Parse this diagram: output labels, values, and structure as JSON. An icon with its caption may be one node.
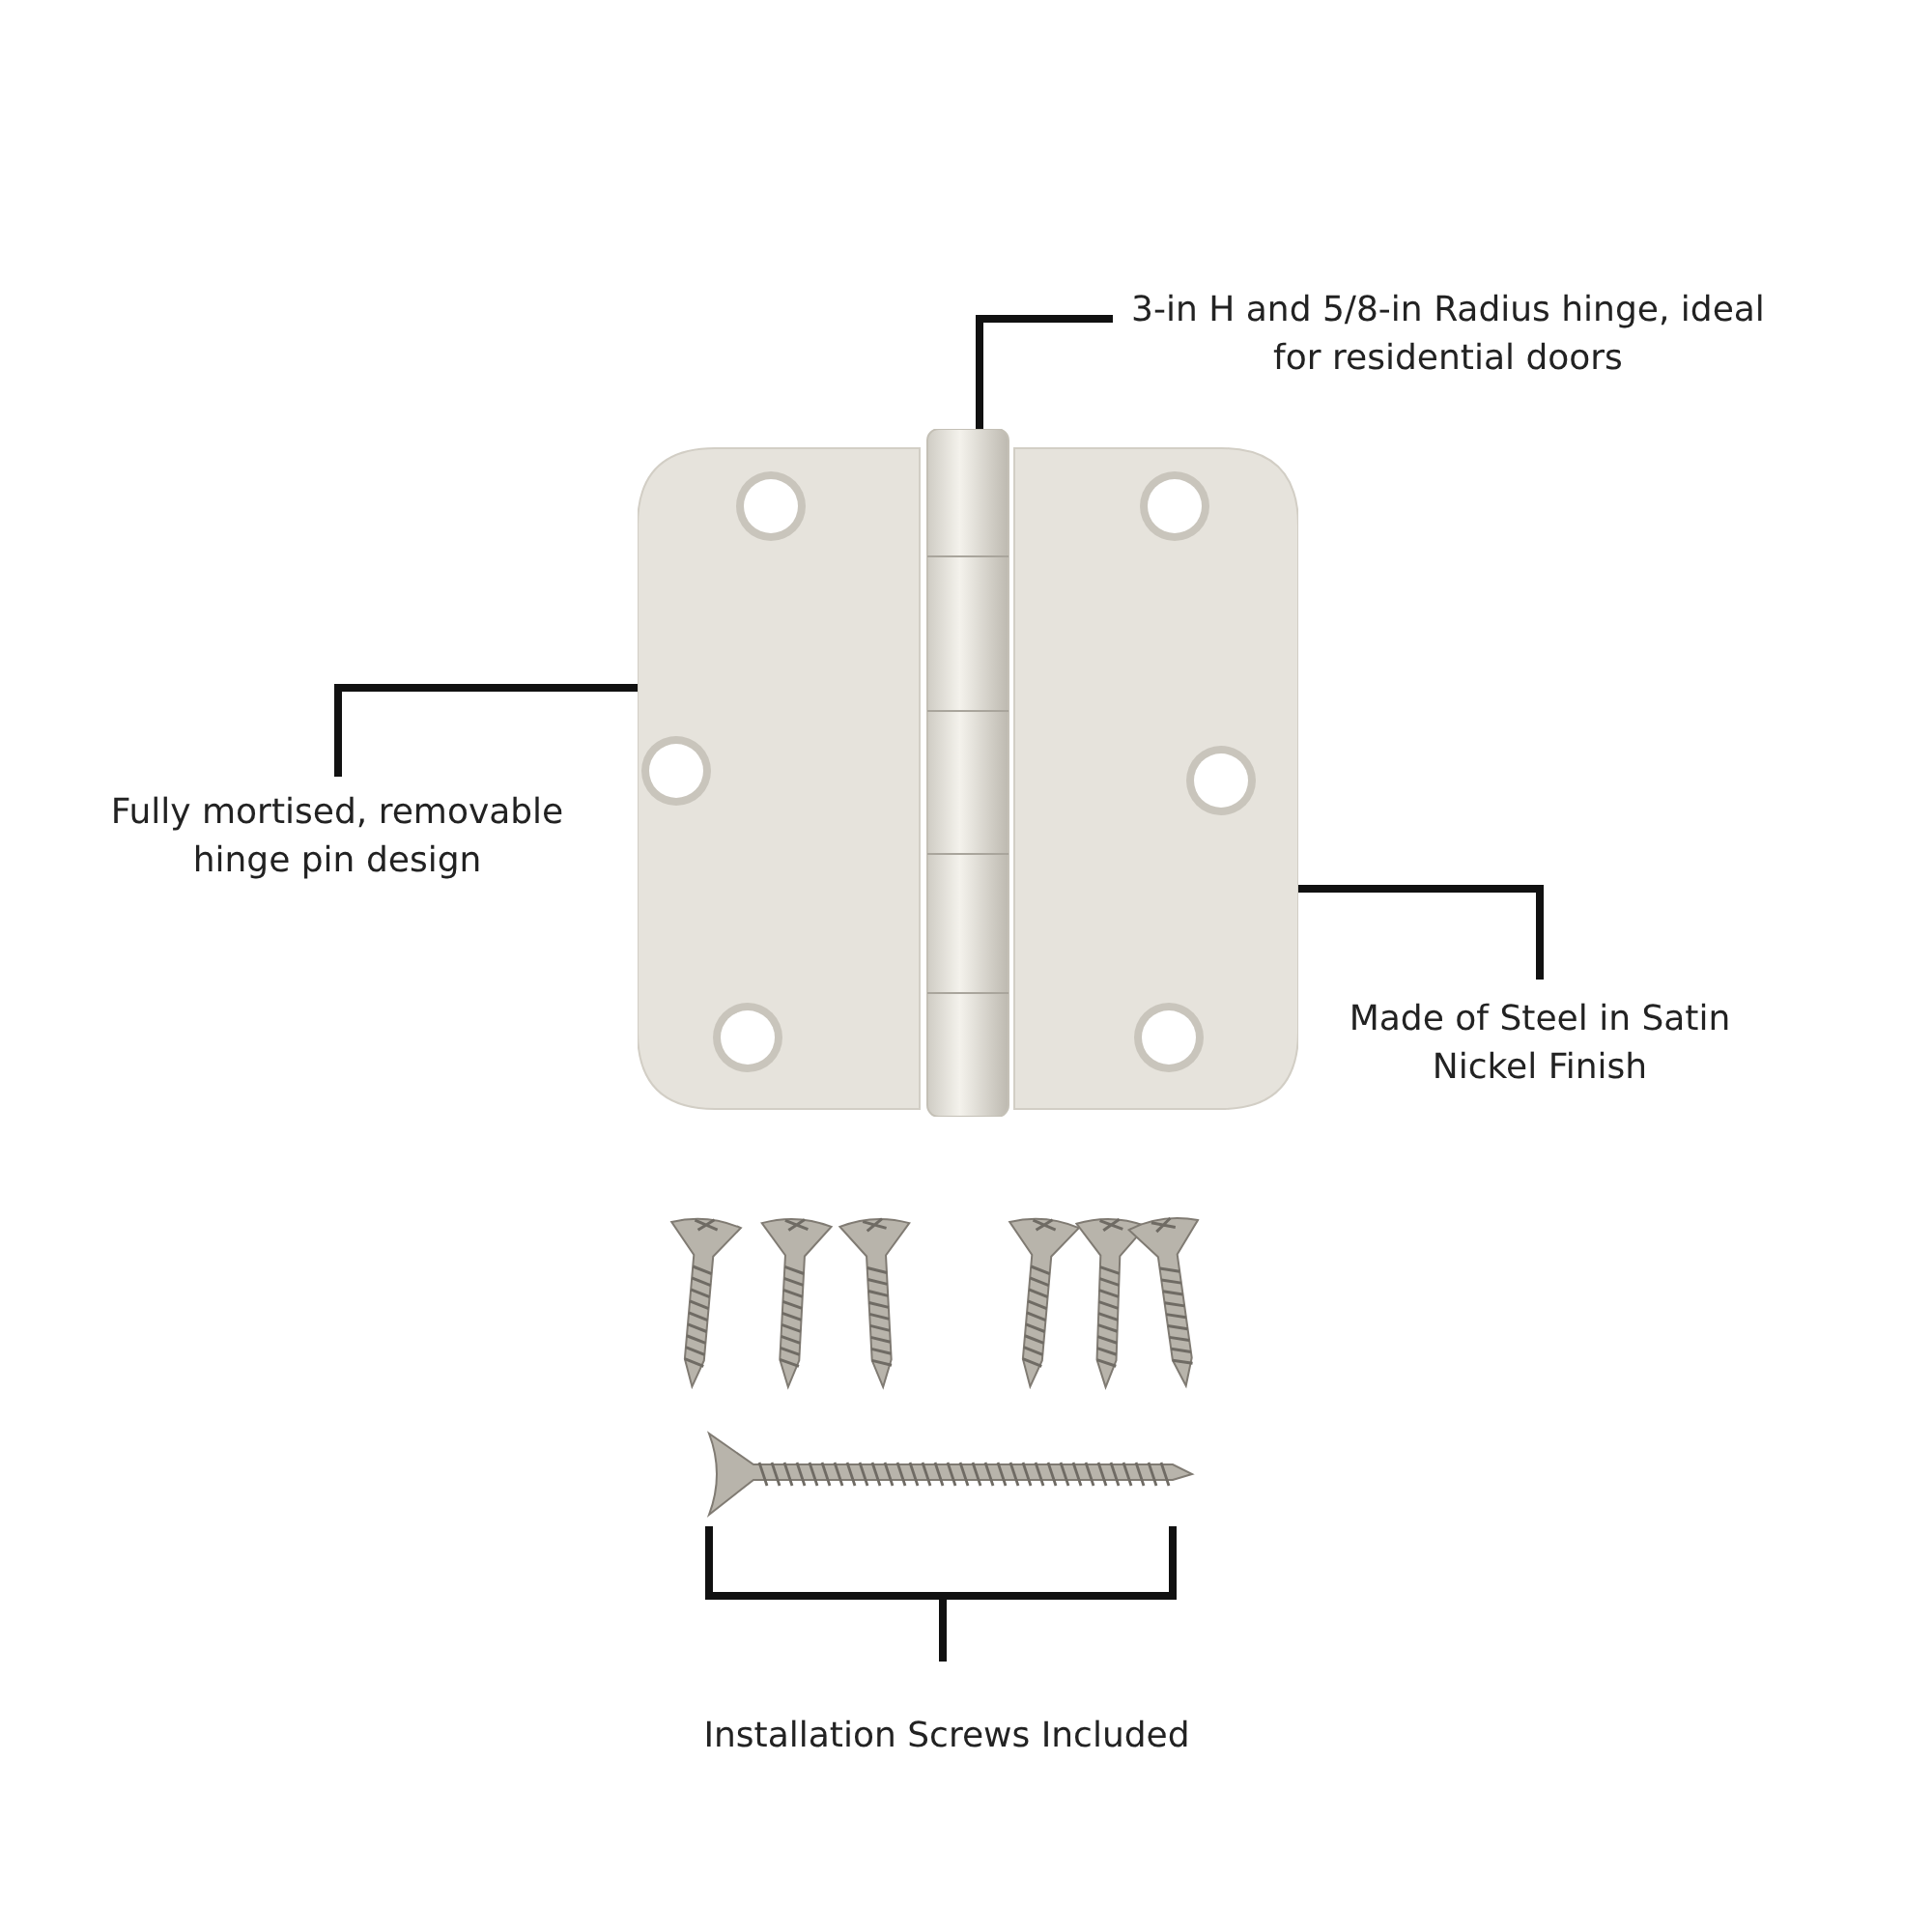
{
  "diagram": {
    "nodes": [
      {
        "text": [
          "3-in H and 5/8-in Radius hinge, ideal for residential doors"
        ]
      },
      {
        "text": [],
        "shape": "picture"
      },
      {
        "text": [
          "Fully mortised, removable hinge pin design"
        ]
      },
      {
        "text": [
          "Made of Steel in Satin Nickel Finish"
        ]
      },
      {
        "text": [
          "Installation Screws Included"
        ]
      },
      {
        "text": [],
        "shape": "picture"
      }
    ],
    "edges": [
      {
        "from": 0,
        "to": 1,
        "arrow": "none"
      },
      {
        "from": 2,
        "to": 1,
        "arrow": "none"
      },
      {
        "from": 3,
        "to": 1,
        "arrow": "none"
      },
      {
        "from": 4,
        "to": 5,
        "arrow": "none"
      }
    ]
  }
}
